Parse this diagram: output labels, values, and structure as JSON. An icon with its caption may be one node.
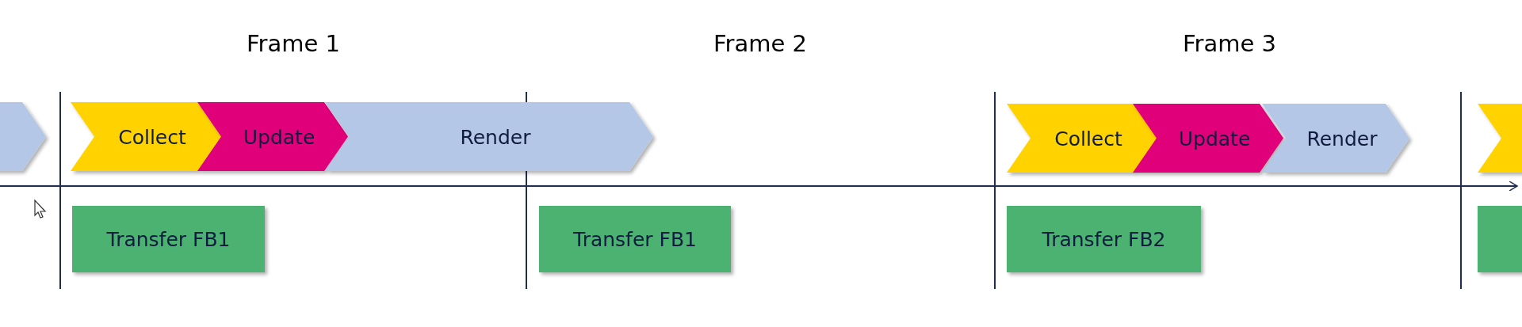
{
  "diagram": {
    "nodes": [
      {
        "text": [],
        "shape": "chevron"
      },
      {
        "text": [
          "Collect"
        ]
      },
      {
        "text": [
          "Update"
        ]
      },
      {
        "text": [
          "Render"
        ]
      },
      {
        "text": [
          "Collect"
        ]
      },
      {
        "text": [
          "Update"
        ]
      },
      {
        "text": [
          "Render"
        ]
      },
      {
        "text": [],
        "shape": "chevron"
      },
      {
        "text": [
          "Transfer FB1"
        ]
      },
      {
        "text": [
          "Transfer FB1"
        ]
      },
      {
        "text": [
          "Transfer FB2"
        ]
      },
      {
        "text": [],
        "shape": "box"
      }
    ],
    "edges": [],
    "labels": [
      "Frame 1",
      "Frame 2",
      "Frame 3"
    ]
  }
}
